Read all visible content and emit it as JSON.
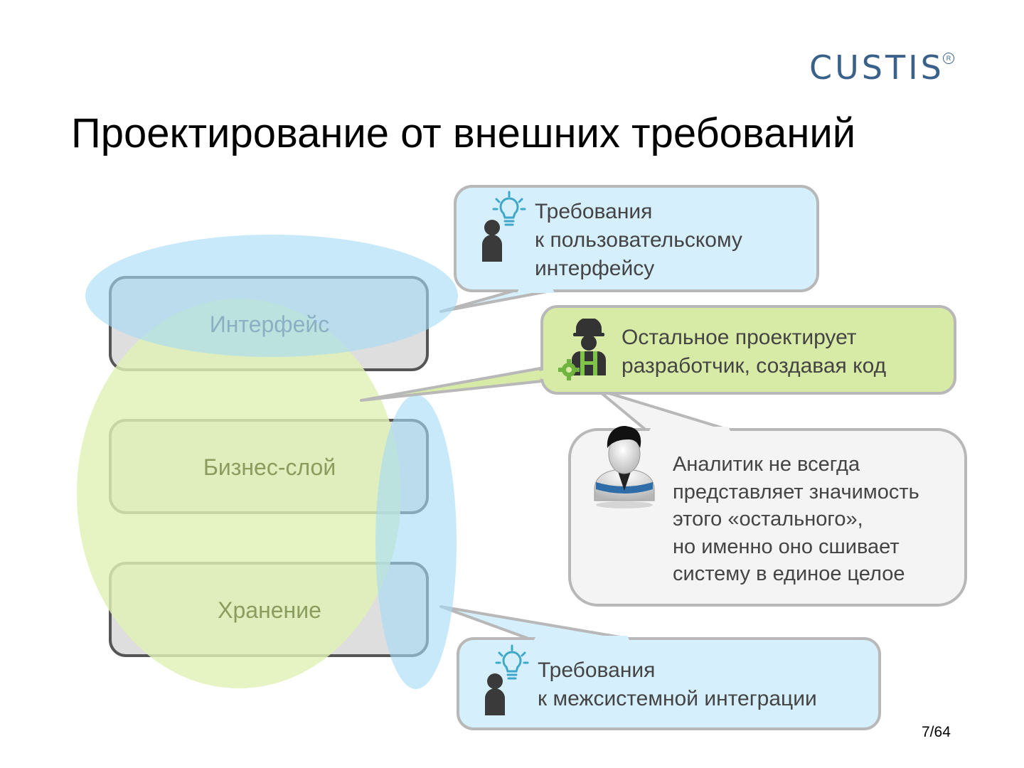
{
  "logo": {
    "text": "CUSTIS",
    "registered_mark": "R"
  },
  "title": "Проектирование от внешних требований",
  "layers": [
    {
      "label": "Интерфейс"
    },
    {
      "label": "Бизнес-слой"
    },
    {
      "label": "Хранение"
    }
  ],
  "callouts": {
    "ui_requirements": {
      "lines": [
        "Требования",
        "к пользовательскому",
        "интерфейсу"
      ]
    },
    "developer": {
      "lines": [
        "Остальное проектирует",
        "разработчик, создавая код"
      ]
    },
    "analyst": {
      "lines": [
        "Аналитик не всегда",
        "представляет значимость",
        "этого «остального»,",
        "но именно оно сшивает",
        "систему в единое целое"
      ]
    },
    "integration_requirements": {
      "lines": [
        "Требования",
        "к межсистемной интеграции"
      ]
    }
  },
  "icons": {
    "ui_requirements": "person-idea-icon",
    "developer": "developer-icon",
    "analyst": "analyst-avatar-icon",
    "integration_requirements": "person-idea-icon"
  },
  "page_number": "7/64",
  "colors": {
    "logo": "#3a6189",
    "blue_zone": "#bfe6f9",
    "green_zone": "#e0f0b4",
    "blue_callout": "#d6effc",
    "green_callout": "#d8eba6",
    "gray_callout": "#f4f4f4",
    "callout_border": "#b8b8b8",
    "layer_border": "#555555",
    "layer_fill": "#dedede"
  }
}
